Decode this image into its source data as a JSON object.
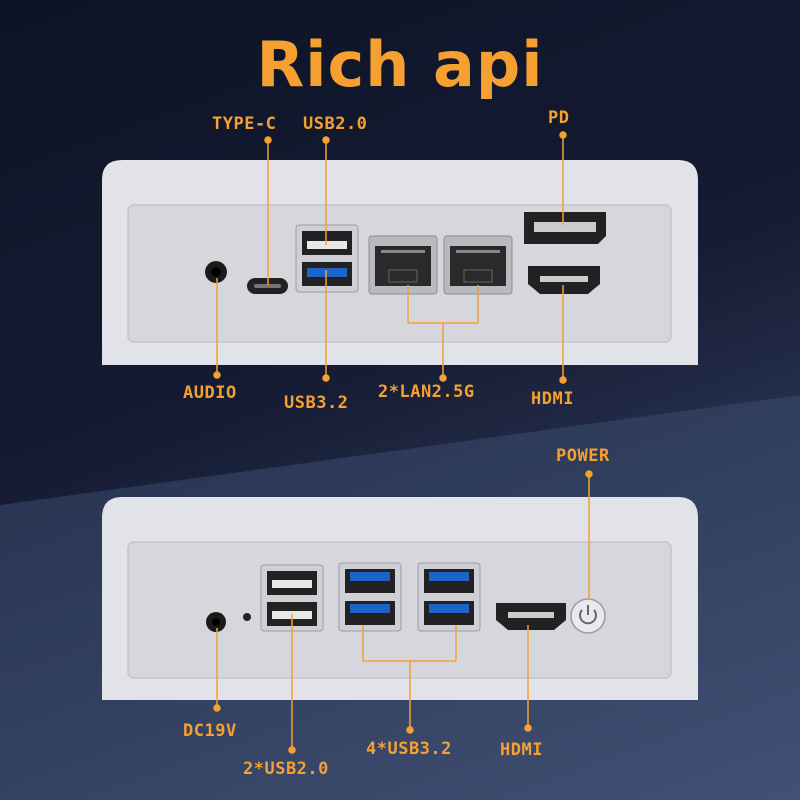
{
  "title": "Rich api",
  "top_panel": {
    "labels": {
      "type_c": "TYPE-C",
      "usb20": "USB2.0",
      "pd": "PD",
      "audio": "AUDIO",
      "usb32": "USB3.2",
      "lan": "2*LAN2.5G",
      "hdmi": "HDMI"
    }
  },
  "bottom_panel": {
    "labels": {
      "power": "POWER",
      "dc": "DC19V",
      "usb20": "2*USB2.0",
      "usb32": "4*USB3.2",
      "hdmi": "HDMI"
    }
  },
  "colors": {
    "accent": "#f5a030",
    "chassis": "#dcdde2",
    "usb3_blue": "#1e63c8",
    "background_dark": "#0e1426"
  }
}
